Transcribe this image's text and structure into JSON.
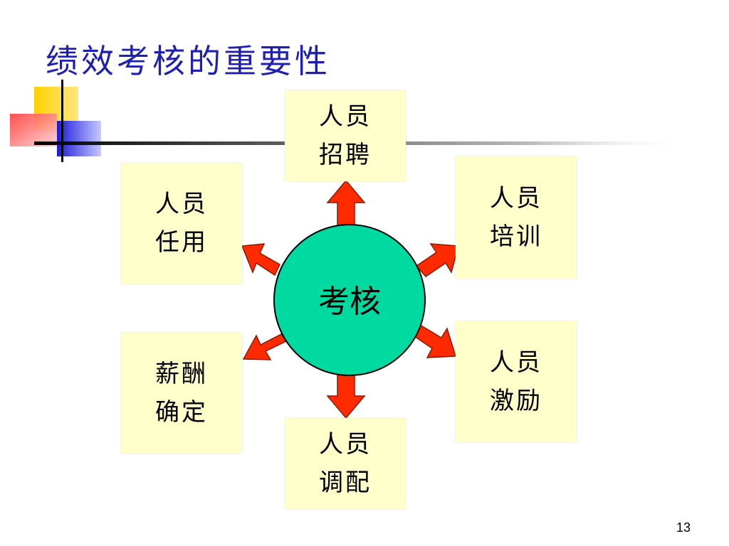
{
  "slide": {
    "title": "绩效考核的重要性",
    "page_number": "13"
  },
  "diagram": {
    "center": {
      "label": "考核",
      "color": "#00d9a0"
    },
    "arrow_color": "#ff2a00",
    "node_color": "#ffffcc",
    "nodes": [
      {
        "id": "recruit",
        "line1": "人员",
        "line2": "招聘"
      },
      {
        "id": "training",
        "line1": "人员",
        "line2": "培训"
      },
      {
        "id": "incentive",
        "line1": "人员",
        "line2": "激励"
      },
      {
        "id": "transfer",
        "line1": "人员",
        "line2": "调配"
      },
      {
        "id": "compensation",
        "line1": "薪酬",
        "line2": "确定"
      },
      {
        "id": "appointment",
        "line1": "人员",
        "line2": "任用"
      }
    ]
  }
}
